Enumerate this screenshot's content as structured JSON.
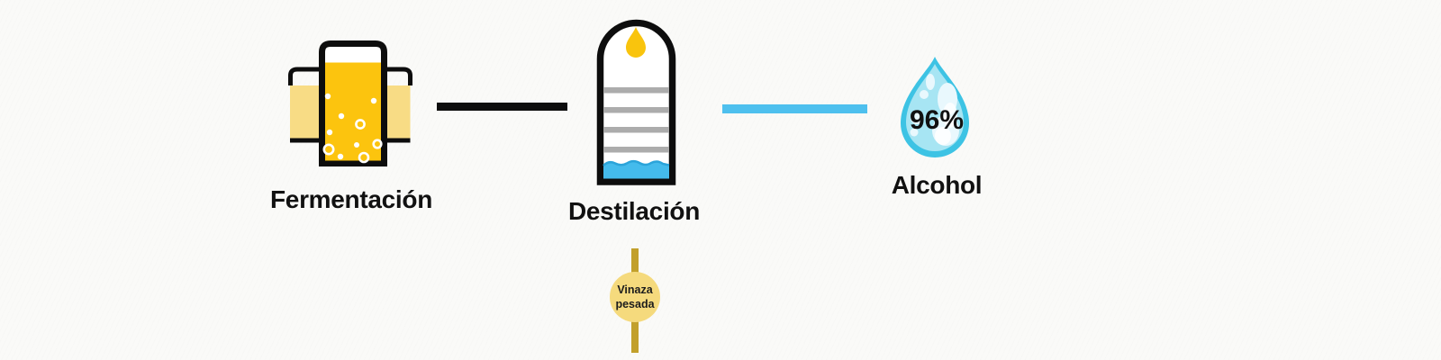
{
  "diagram": {
    "nodes": [
      {
        "id": "fermentacion",
        "label": "Fermentación",
        "icon": "fermentation-tank-icon"
      },
      {
        "id": "destilacion",
        "label": "Destilación",
        "icon": "distillation-column-icon"
      },
      {
        "id": "alcohol",
        "label": "Alcohol",
        "purity": "96%",
        "icon": "water-drop-icon"
      }
    ],
    "connectors": [
      {
        "from": "fermentacion",
        "to": "destilacion",
        "style": "black"
      },
      {
        "from": "destilacion",
        "to": "alcohol",
        "style": "blue"
      }
    ],
    "byproduct": {
      "from": "destilacion",
      "label": "Vinaza pesada"
    }
  },
  "colors": {
    "background": "#fafaf8",
    "ink": "#0d0d0d",
    "beer_yellow": "#fcc40e",
    "beer_light": "#f8dc85",
    "vapor_gold": "#f9c40d",
    "tray_gray": "#acacac",
    "water_blue": "#44bbec",
    "water_edge": "#2ba4da",
    "flow_blue": "#4ec0ee",
    "drop_rim": "#3dc3e4",
    "drop_body": "#a7e5f3",
    "drop_highlight": "#e9f8fd",
    "byproduct_line": "#c2a02b",
    "byproduct_fill": "#f5da7d",
    "text_dark": "#111111"
  }
}
